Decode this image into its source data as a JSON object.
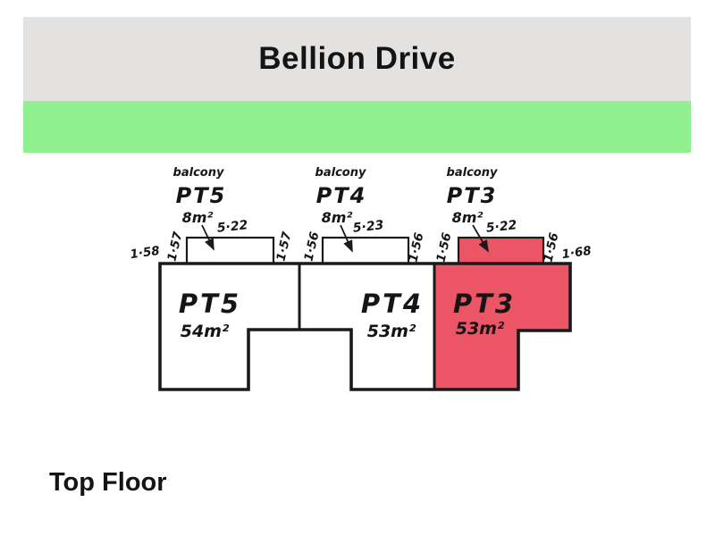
{
  "title": "Bellion Drive",
  "footer": "Top Floor",
  "colors": {
    "header_bg": "#e3e2e1",
    "banner_green": "#90f08f",
    "highlight_fill": "#ec5565",
    "highlight_text": "#b5151f",
    "line": "#1a1a1a"
  },
  "plan": {
    "units": [
      {
        "name": "PT5",
        "area": "54m²",
        "highlighted": false,
        "balcony": {
          "label": "balcony",
          "name": "PT5",
          "area": "8m²",
          "width": "5·22"
        },
        "dims": {
          "outer_left": "1·58",
          "left": "1·57",
          "right": "1·57"
        }
      },
      {
        "name": "PT4",
        "area": "53m²",
        "highlighted": false,
        "balcony": {
          "label": "balcony",
          "name": "PT4",
          "area": "8m²",
          "width": "5·23"
        },
        "dims": {
          "left": "1·56",
          "right": "1·56"
        }
      },
      {
        "name": "PT3",
        "area": "53m²",
        "highlighted": true,
        "balcony": {
          "label": "balcony",
          "name": "PT3",
          "area": "8m²",
          "width": "5·22"
        },
        "dims": {
          "left": "1·56",
          "right": "1·56",
          "outer_right": "1·68"
        }
      }
    ]
  }
}
